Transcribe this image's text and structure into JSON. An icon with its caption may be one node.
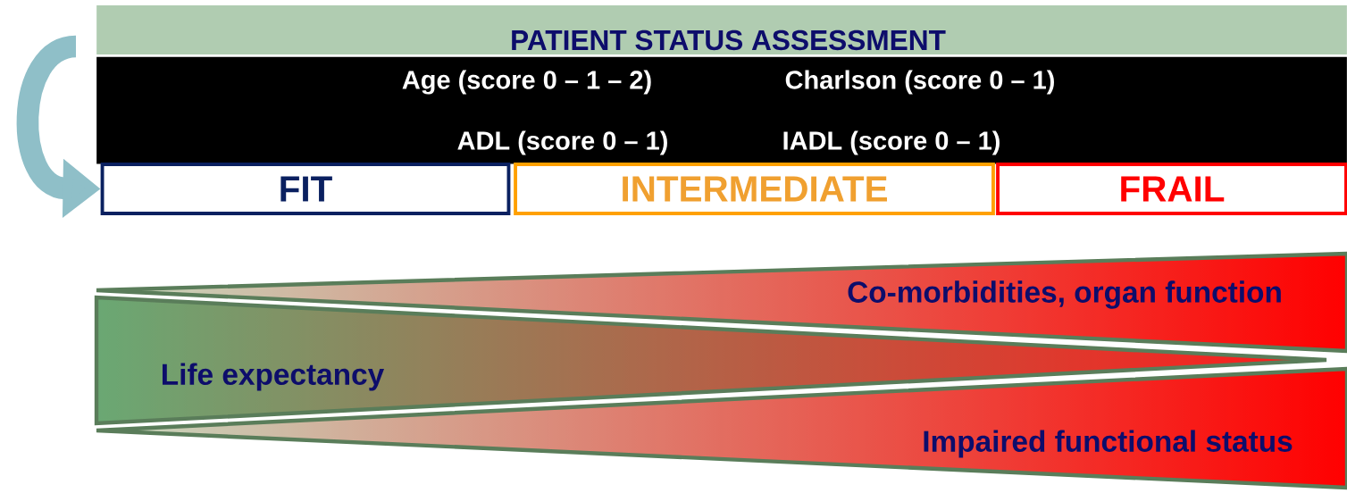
{
  "diagram": {
    "nodes": [
      {
        "text": [
          "PATIENT STATUS ASSESSMENT"
        ]
      },
      {
        "text": [
          "Age (score 0 – 1 – 2)",
          "Charlson (score 0 – 1)",
          "ADL (score 0 – 1)",
          "IADL (score 0 – 1)"
        ]
      },
      {
        "text": [
          "FIT"
        ]
      },
      {
        "text": [
          "INTERMEDIATE"
        ]
      },
      {
        "text": [
          "FRAIL"
        ]
      },
      {
        "text": [
          "Co-morbidities, organ function"
        ]
      },
      {
        "text": [
          "Life expectancy"
        ]
      },
      {
        "text": [
          "Impaired functional status"
        ]
      }
    ],
    "edges": [
      {
        "from": null,
        "to": 2,
        "arrow": "to"
      }
    ]
  }
}
